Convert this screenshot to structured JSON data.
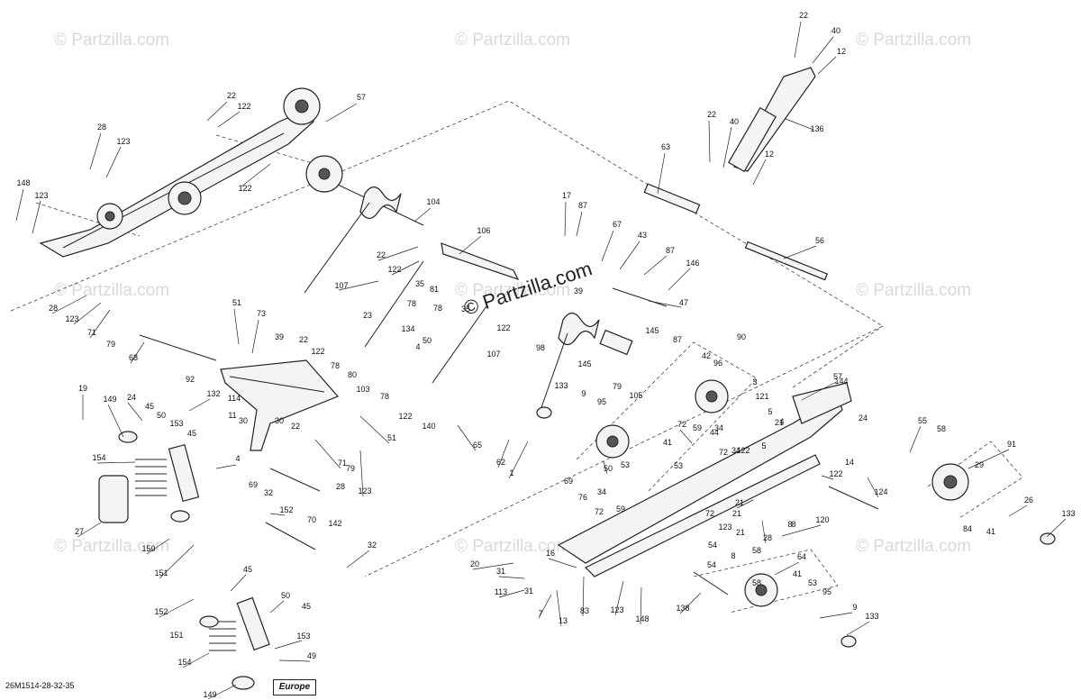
{
  "watermarks": [
    "© Partzilla.com",
    "© Partzilla.com",
    "© Partzilla.com",
    "© Partzilla.com",
    "© Partzilla.com",
    "© Partzilla.com",
    "© Partzilla.com",
    "© Partzilla.com",
    "© Partzilla.com"
  ],
  "center_watermark": "© Partzilla.com",
  "diagram_code": "26M1514-28-32-35",
  "region_badge": "Europe",
  "labels": [
    "22",
    "40",
    "12",
    "57",
    "22",
    "122",
    "28",
    "123",
    "148",
    "123",
    "122",
    "136",
    "22",
    "40",
    "12",
    "63",
    "104",
    "17",
    "87",
    "106",
    "67",
    "43",
    "87",
    "56",
    "146",
    "39",
    "47",
    "22",
    "122",
    "107",
    "81",
    "78",
    "78",
    "35",
    "35",
    "51",
    "73",
    "28",
    "123",
    "71",
    "79",
    "68",
    "39",
    "22",
    "122",
    "78",
    "80",
    "23",
    "134",
    "50",
    "4",
    "103",
    "78",
    "107",
    "98",
    "122",
    "145",
    "145",
    "87",
    "90",
    "42",
    "96",
    "133",
    "9",
    "95",
    "3",
    "121",
    "5",
    "79",
    "105",
    "122",
    "140",
    "19",
    "149",
    "24",
    "45",
    "50",
    "153",
    "45",
    "132",
    "114",
    "11",
    "30",
    "30",
    "22",
    "92",
    "51",
    "65",
    "62",
    "1",
    "72",
    "59",
    "34",
    "44",
    "57",
    "144",
    "4",
    "21",
    "5",
    "24",
    "55",
    "58",
    "91",
    "154",
    "4",
    "69",
    "32",
    "71",
    "79",
    "123",
    "28",
    "50",
    "53",
    "41",
    "53",
    "72",
    "34",
    "122",
    "14",
    "124",
    "29",
    "41",
    "26",
    "27",
    "150",
    "151",
    "152",
    "70",
    "142",
    "32",
    "69",
    "76",
    "72",
    "59",
    "34",
    "21",
    "21",
    "28",
    "120",
    "123",
    "8",
    "84",
    "133",
    "54",
    "8",
    "58",
    "20",
    "31",
    "113",
    "31",
    "16",
    "7",
    "13",
    "83",
    "123",
    "148",
    "138",
    "64",
    "41",
    "53",
    "95",
    "9",
    "133",
    "45",
    "50",
    "45",
    "152",
    "151",
    "153",
    "49",
    "154",
    "149",
    "122",
    "8",
    "72",
    "54",
    "58",
    "21"
  ]
}
